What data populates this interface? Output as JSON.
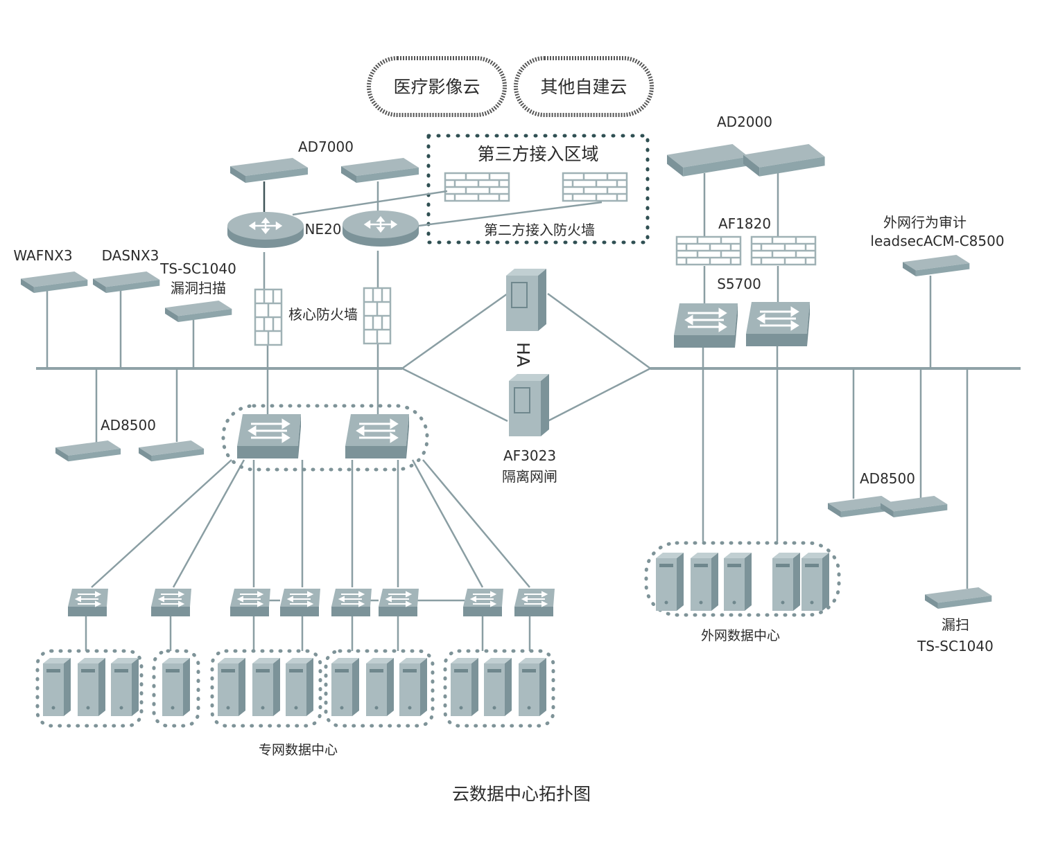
{
  "diagram": {
    "caption": "云数据中心拓扑图",
    "clouds": {
      "medical": "医疗影像云",
      "other": "其他自建云"
    },
    "third_party": {
      "title": "第三方接入区域",
      "firewall_label": "第二方接入防火墙"
    },
    "labels": {
      "ad7000": "AD7000",
      "ne20": "NE20",
      "core_firewall": "核心防火墙",
      "ha": "HA",
      "af3023": "AF3023",
      "gap": "隔离网闸",
      "wafnx3": "WAFNX3",
      "dasnx3": "DASNX3",
      "tssc_left": "TS-SC1040",
      "vuln_scan": "漏洞扫描",
      "ad8500_left": "AD8500",
      "ad2000": "AD2000",
      "af1820": "AF1820",
      "s5700": "S5700",
      "audit_line1": "外网行为审计",
      "audit_line2": "leadsecACM-C8500",
      "ad8500_right": "AD8500",
      "scan_right_line1": "漏扫",
      "scan_right_line2": "TS-SC1040",
      "private_dc": "专网数据中心",
      "external_dc": "外网数据中心"
    }
  },
  "colors": {
    "device_top": "#9fb1b5",
    "device_side": "#6f878d",
    "device_front": "#87a0a5",
    "line": "#8a9ea3",
    "dotted_border": "#2f4f52",
    "text": "#2b2b2b"
  }
}
